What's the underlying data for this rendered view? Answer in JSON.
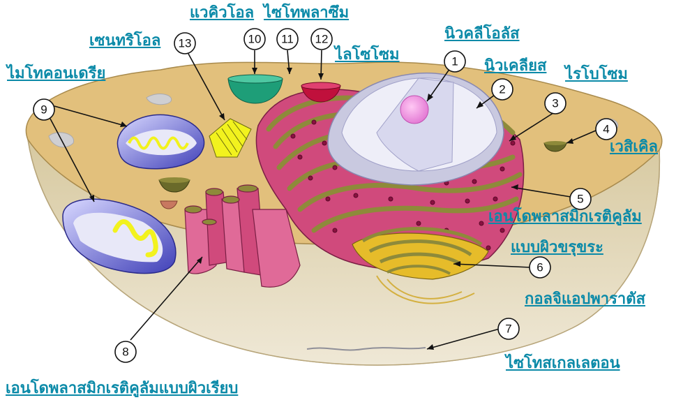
{
  "labels": {
    "vacuole": "แวคิวโอล",
    "cytoplasm": "ไซโทพลาซึม",
    "centriole": "เซนทริโอล",
    "lysosome": "ไลโซโซม",
    "mitochondria": "ไมโทคอนเดรีย",
    "nucleolus": "นิวคลีโอลัส",
    "nucleus": "นิวเคลียส",
    "ribosome": "ไรโบโซม",
    "vesicle": "เวสิเคิล",
    "rough_er_line1": "เอนโดพลาสมิกเรติคูลัม",
    "rough_er_line2": "แบบผิวขรุขระ",
    "golgi": "กอลจิแอปพาราตัส",
    "cytoskeleton": "ไซโทสเกลเลตอน",
    "smooth_er": "เอนโดพลาสมิกเรติคูลัมแบบผิวเรียบ"
  },
  "callouts": [
    "1",
    "2",
    "3",
    "4",
    "5",
    "6",
    "7",
    "8",
    "9",
    "10",
    "11",
    "12",
    "13"
  ],
  "colors": {
    "label_text": "#0b8aa8",
    "cytoplasm": "#e2c07c",
    "cell_side": "#d9cca4",
    "rough_er": "#d04a7c",
    "er_membrane": "#8e8a3a",
    "nucleus": "#e6e6f4",
    "nucleolus": "#f28ad8",
    "golgi": "#e6bc2a",
    "mitochondria": "#6a6ad0",
    "centriole": "#f2f21e",
    "vacuole": "#1e9e78",
    "lysosome": "#c0103c"
  }
}
